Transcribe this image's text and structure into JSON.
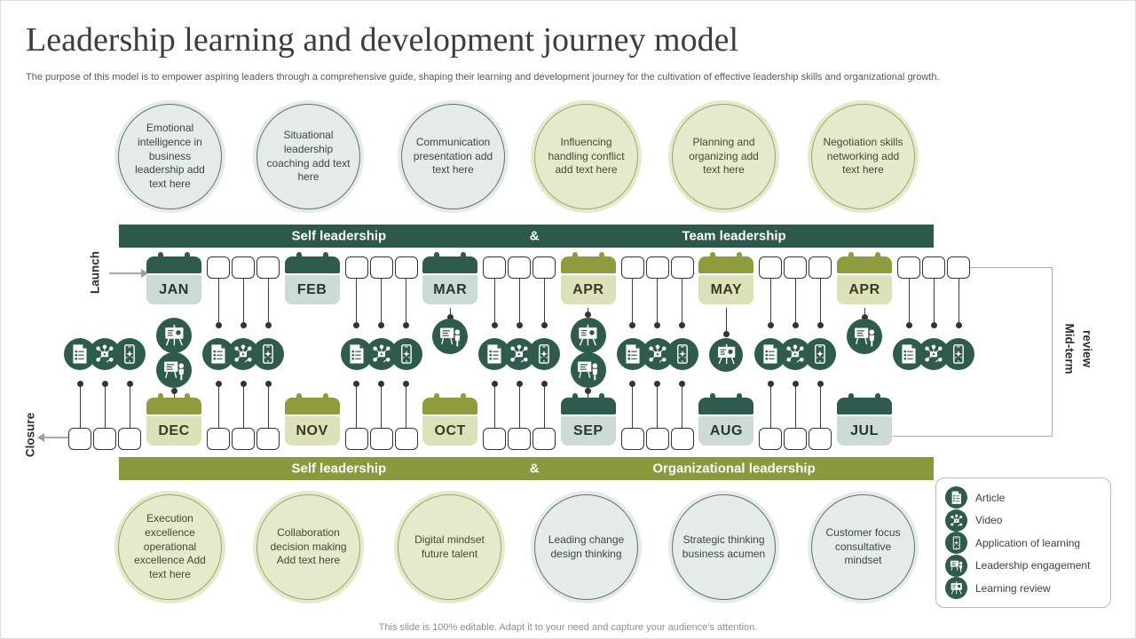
{
  "title": "Leadership learning and development journey model",
  "subtitle": "The purpose of this model is to empower aspiring leaders through a comprehensive guide, shaping their learning and development journey for the cultivation of effective  leadership skills and organizational growth.",
  "colors": {
    "dark_green": "#2e5b4e",
    "light_green": "#ccdcd4",
    "olive": "#8f9b3c",
    "light_olive": "#dde1b9",
    "banner_green": "#2d594c",
    "banner_olive": "#8a993d",
    "teal_bubble_fill": "#e5ebe8",
    "olive_bubble_fill": "#e7e9cd",
    "connector_gray": "#a9a9a9"
  },
  "top_circles": [
    {
      "text": "Emotional intelligence in business leadership add text here",
      "variant": "teal"
    },
    {
      "text": "Situational leadership coaching add text here",
      "variant": "teal"
    },
    {
      "text": "Communication presentation add text here",
      "variant": "teal"
    },
    {
      "text": "Influencing handling conflict add text here",
      "variant": "olive"
    },
    {
      "text": "Planning and organizing add text here",
      "variant": "olive"
    },
    {
      "text": "Negotiation  skills networking add text here",
      "variant": "olive"
    }
  ],
  "banners": {
    "top": {
      "left": "Self leadership",
      "amp": "&",
      "right": "Team leadership"
    },
    "bottom": {
      "left": "Self leadership",
      "amp": "&",
      "right": "Organizational leadership"
    }
  },
  "timeline": {
    "top_months": [
      {
        "label": "JAN",
        "variant": "green"
      },
      {
        "label": "FEB",
        "variant": "green"
      },
      {
        "label": "MAR",
        "variant": "green"
      },
      {
        "label": "APR",
        "variant": "olive"
      },
      {
        "label": "MAY",
        "variant": "olive"
      },
      {
        "label": "APR",
        "variant": "olive"
      }
    ],
    "bottom_months": [
      {
        "label": "DEC",
        "variant": "olive"
      },
      {
        "label": "NOV",
        "variant": "olive"
      },
      {
        "label": "OCT",
        "variant": "olive"
      },
      {
        "label": "SEP",
        "variant": "green"
      },
      {
        "label": "AUG",
        "variant": "green"
      },
      {
        "label": "JUL",
        "variant": "green"
      }
    ],
    "cluster_icons": [
      "article",
      "video",
      "application-of-learning"
    ],
    "special_icons": [
      {
        "month": 0,
        "stack": [
          "learning-review",
          "leadership-engagement"
        ],
        "up": false,
        "down": true,
        "pos": "high"
      },
      {
        "month": 2,
        "stack": [
          "leadership-engagement"
        ],
        "up": true,
        "down": false,
        "pos": "high"
      },
      {
        "month": 3,
        "stack": [
          "learning-review",
          "leadership-engagement"
        ],
        "up": true,
        "down": true,
        "pos": "high"
      },
      {
        "month": 4,
        "stack": [
          "learning-review"
        ],
        "up": true,
        "down": false,
        "pos": "row"
      },
      {
        "month": 5,
        "stack": [
          "leadership-engagement"
        ],
        "up": true,
        "down": false,
        "pos": "high"
      }
    ],
    "labels": {
      "launch": "Launch",
      "closure": "Closure",
      "midterm_line1": "Mid-term",
      "midterm_line2": "review"
    }
  },
  "legend": {
    "items": [
      {
        "icon": "article",
        "label": "Article"
      },
      {
        "icon": "video",
        "label": "Video"
      },
      {
        "icon": "application-of-learning",
        "label": "Application of learning"
      },
      {
        "icon": "leadership-engagement",
        "label": "Leadership engagement"
      },
      {
        "icon": "learning-review",
        "label": "Learning review"
      }
    ]
  },
  "bottom_circles": [
    {
      "text": "Execution excellence operational excellence Add text here",
      "variant": "olive"
    },
    {
      "text": "Collaboration decision making Add text here",
      "variant": "olive"
    },
    {
      "text": "Digital  mindset future talent",
      "variant": "olive"
    },
    {
      "text": "Leading change design thinking",
      "variant": "teal"
    },
    {
      "text": "Strategic thinking business acumen",
      "variant": "teal"
    },
    {
      "text": "Customer focus consultative mindset",
      "variant": "teal"
    }
  ],
  "footer": "This slide is 100% editable. Adapt it to your need and capture your audience’s attention."
}
